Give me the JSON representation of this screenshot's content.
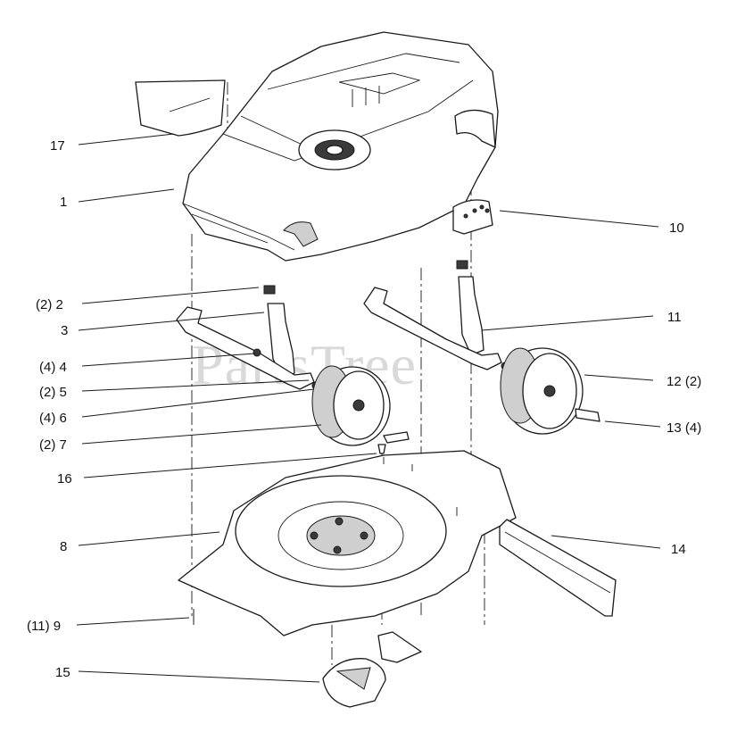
{
  "watermark": "PartsTree",
  "callouts": [
    {
      "id": "c17",
      "text": "17"
    },
    {
      "id": "c1",
      "text": "1"
    },
    {
      "id": "c10",
      "text": "10"
    },
    {
      "id": "c2",
      "text": "(2) 2"
    },
    {
      "id": "c3",
      "text": "3"
    },
    {
      "id": "c11",
      "text": "11"
    },
    {
      "id": "c4",
      "text": "(4) 4"
    },
    {
      "id": "c5",
      "text": "(2) 5"
    },
    {
      "id": "c12",
      "text": "12 (2)"
    },
    {
      "id": "c6",
      "text": "(4) 6"
    },
    {
      "id": "c13",
      "text": "13 (4)"
    },
    {
      "id": "c7",
      "text": "(2) 7"
    },
    {
      "id": "c16",
      "text": "16"
    },
    {
      "id": "c8",
      "text": "8"
    },
    {
      "id": "c14",
      "text": "14"
    },
    {
      "id": "c9",
      "text": "(11) 9"
    },
    {
      "id": "c15",
      "text": "15"
    }
  ]
}
